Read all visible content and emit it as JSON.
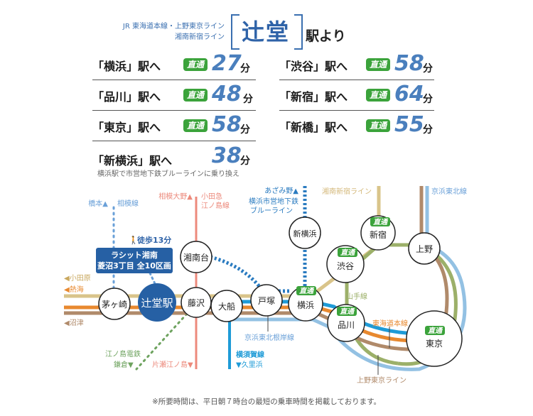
{
  "header": {
    "lines_line1": "JR 東海道本線・上野東京ライン",
    "lines_line2": "湘南新宿ライン",
    "station": "辻堂",
    "suffix": "駅より"
  },
  "routes_left": [
    {
      "dest": "「横浜」駅へ",
      "badge": "直通",
      "minutes": "27",
      "unit": "分"
    },
    {
      "dest": "「品川」駅へ",
      "badge": "直通",
      "minutes": "48",
      "unit": "分"
    },
    {
      "dest": "「東京」駅へ",
      "badge": "直通",
      "minutes": "58",
      "unit": "分"
    },
    {
      "dest": "「新横浜」駅へ",
      "badge": "",
      "minutes": "38",
      "unit": "分",
      "note": "横浜駅で市営地下鉄ブルーラインに乗り換え"
    }
  ],
  "routes_right": [
    {
      "dest": "「渋谷」駅へ",
      "badge": "直通",
      "minutes": "58",
      "unit": "分"
    },
    {
      "dest": "「新宿」駅へ",
      "badge": "直通",
      "minutes": "64",
      "unit": "分"
    },
    {
      "dest": "「新橋」駅へ",
      "badge": "直通",
      "minutes": "55",
      "unit": "分"
    }
  ],
  "map": {
    "property": {
      "walk": "徒歩13分",
      "name_line1": "ラシット湘南",
      "name_line2": "菱沼3丁目 全10区画"
    },
    "stations": {
      "chigasaki": "茅ヶ崎",
      "tsujido": "辻堂駅",
      "fujisawa": "藤沢",
      "ofuna": "大船",
      "totsuka": "戸塚",
      "yokohama": "横浜",
      "shinyokohama": "新横浜",
      "shonandai": "湘南台",
      "shibuya": "渋谷",
      "shinjuku": "新宿",
      "ueno": "上野",
      "shinagawa": "品川",
      "tokyo": "東京"
    },
    "direct_badge": "直通",
    "labels": {
      "hashimoto": "橋本▲",
      "sagami_line": "相模線",
      "sagami_ono": "相模大野▲",
      "odakyu": "小田急",
      "enoshima_line": "江ノ島線",
      "azamino": "あざみ野▲",
      "blue_line1": "横浜市営地下鉄",
      "blue_line2": "ブルーライン",
      "shonan_shinjuku": "湘南新宿ライン",
      "keihin_tohoku": "京浜東北線",
      "odawara": "◀小田原",
      "atami": "◀熱海",
      "numazu": "◀沼津",
      "enoden": "江ノ島電鉄",
      "kamakura": "鎌倉▼",
      "katase": "片瀬江ノ島▼",
      "keihin_negishi": "京浜東北根岸線",
      "yokosuka_line": "横須賀線",
      "kurihama": "▼久里浜",
      "yamanote": "山手線",
      "tokaido": "東海道本線",
      "ueno_tokyo": "上野東京ライン"
    },
    "colors": {
      "tokaido": "#e8892f",
      "ueno_tokyo": "#b08a6a",
      "shonan_shinjuku": "#d9c48a",
      "keihin": "#93c1e3",
      "yokosuka": "#1e9bd7",
      "yamanote": "#9cb069",
      "odakyu": "#ec8a7c",
      "blue_line": "#2a7bc0",
      "sagami": "#6aa0d8",
      "enoden": "#6ea35f",
      "tsujido": "#2660a4",
      "direct": "#3ba33b"
    }
  },
  "footnote": "※所要時間は、平日朝７時台の最短の乗車時間を掲載しております。"
}
